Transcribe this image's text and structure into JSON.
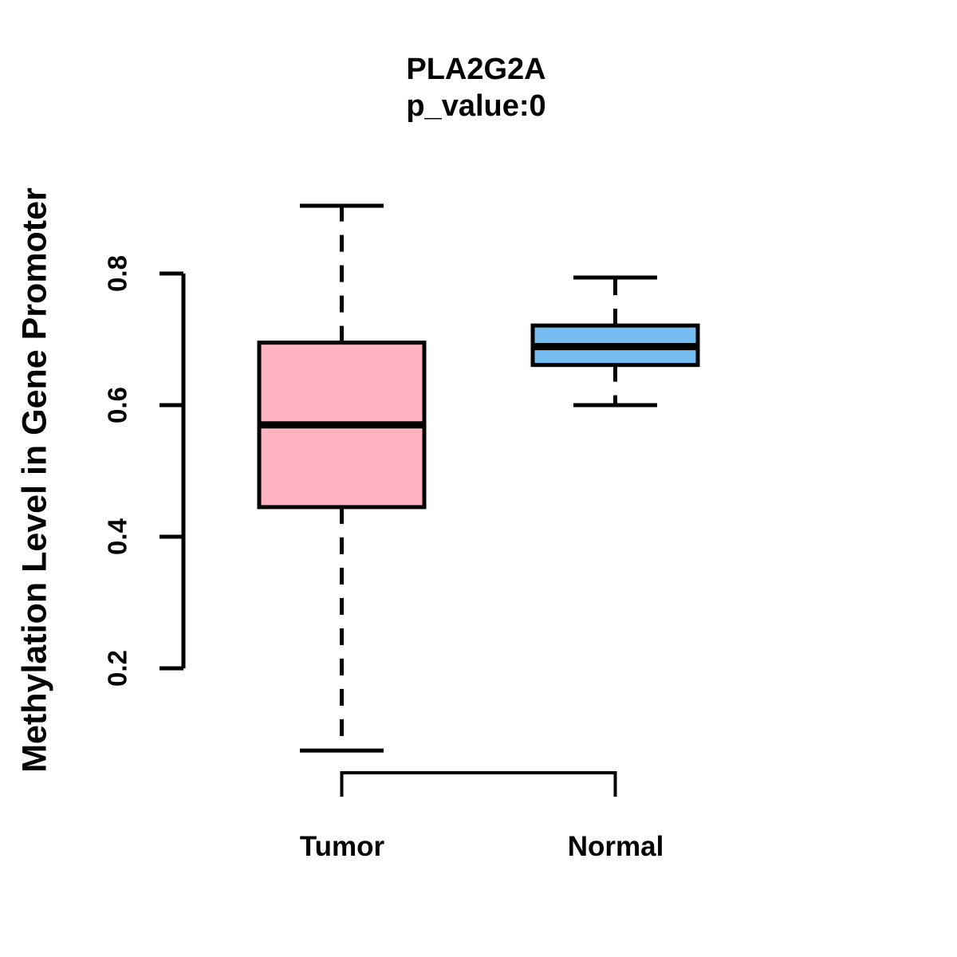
{
  "chart_data": {
    "type": "boxplot",
    "title": "PLA2G2A",
    "subtitle": "p_value:0",
    "ylabel": "Methylation Level in Gene Promoter",
    "xlabel": "",
    "categories": [
      "Tumor",
      "Normal"
    ],
    "yticks": [
      0.2,
      0.4,
      0.6,
      0.8
    ],
    "ylim": [
      0.05,
      0.95
    ],
    "grid": false,
    "legend": "none",
    "series": [
      {
        "name": "Tumor",
        "min": 0.075,
        "q1": 0.445,
        "median": 0.57,
        "q3": 0.695,
        "max": 0.903,
        "fill": "#FFB3C1"
      },
      {
        "name": "Normal",
        "min": 0.6,
        "q1": 0.661,
        "median": 0.689,
        "q3": 0.721,
        "max": 0.794,
        "fill": "#76BDF2"
      }
    ],
    "colors": {
      "stroke": "#000000",
      "text": "#000000",
      "background": "#FFFFFF"
    }
  }
}
